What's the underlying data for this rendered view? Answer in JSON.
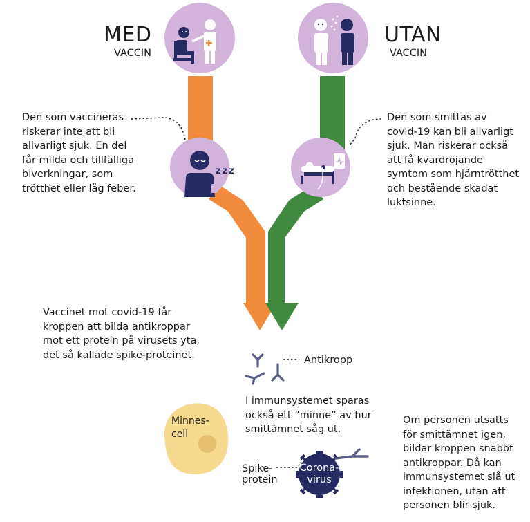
{
  "with_vaccine": {
    "heading": "MED",
    "subheading": "VACCIN",
    "description": "Den som vaccineras\nriskerar inte att bli\nallvarligt sjuk. En del\nfår milda och tillfälliga\nbiverkningar, som\ntrötthet eller låg feber.",
    "sleep_text": "zzz"
  },
  "without_vaccine": {
    "heading": "UTAN",
    "subheading": "VACCIN",
    "description": "Den som smittas av\ncovid-19 kan bli allvarligt\nsjuk. Man riskerar också\natt få kvardröjande\nsymtom som hjärntrötthet\noch bestående skadat\nluktsinne."
  },
  "vaccine_text": "Vaccinet mot covid-19 får\nkroppen att bilda antikroppar\nmot ett protein på virusets yta,\ndet så kallade spike-proteinet.",
  "antibody_label": "Antikropp",
  "memory_text": "I immunsystemet sparas\nockså ett ”minne” av hur\nsmittämnet såg ut.",
  "memory_cell_label": "Minnes-\ncell",
  "spike_label": "Spike-\nprotein",
  "virus_label": "Corona-\nvirus",
  "reexposure_text": "Om personen utsätts\nför smittämnet igen,\nbildar kroppen snabbt\nantikroppar. Då kan\nimmunsystemet slå ut\ninfektionen, utan att\npersonen blir sjuk.",
  "colors": {
    "circle_purple": "#d2b4da",
    "orange": "#f28a3c",
    "green": "#3f8a3f",
    "navy": "#262c63",
    "cell_yellow": "#f7d98f",
    "antibody": "#5a5f8a"
  }
}
